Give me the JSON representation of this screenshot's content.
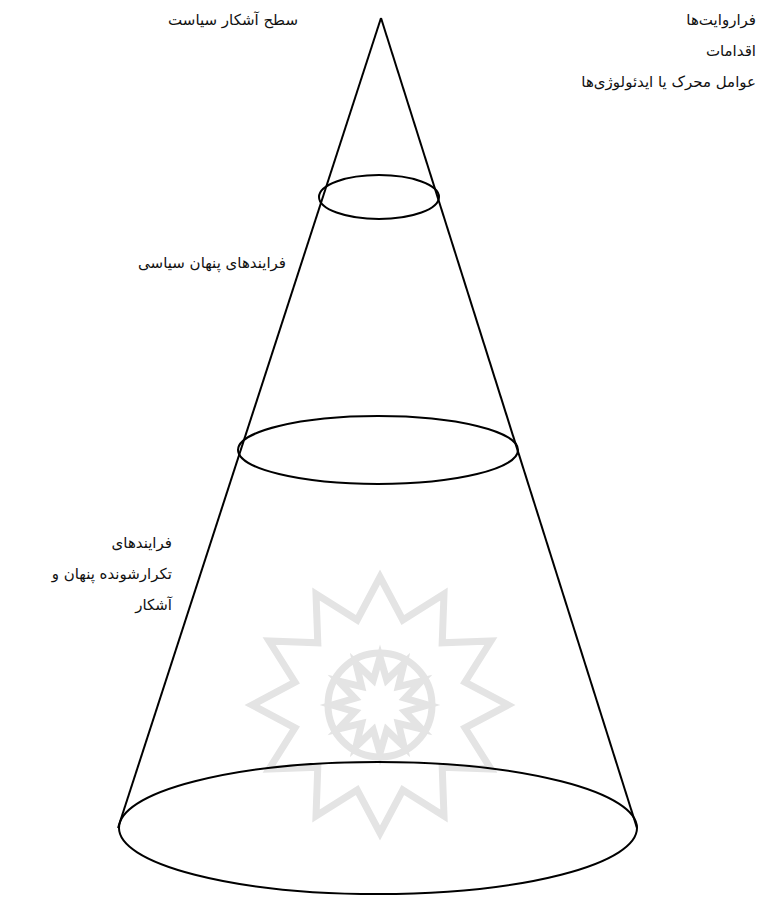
{
  "diagram": {
    "labels": [
      "سطح آشکار سیاست",
      "فراروایت‌ها",
      "اقدامات",
      "عوامل محرک یا ایدئولوژی‌ها",
      "فرایندهای پنهان سیاسی",
      "فرایندهای تکرارشونده پنهان و آشکار"
    ]
  }
}
